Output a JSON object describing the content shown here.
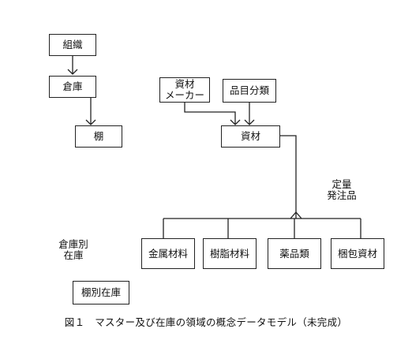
{
  "diagram": {
    "entities": {
      "soshiki": "組織",
      "souko": "倉庫",
      "tana": "棚",
      "shizai_maker": "資材\nメーカー",
      "hinmoku_bunrui": "品目分類",
      "shizai": "資材",
      "teiryou_hacchuuhin": "定量\n発注品",
      "souko_betsu_zaiko": "倉庫別\n在庫",
      "kinzoku_zairyou": "金属材料",
      "jushi_zairyou": "樹脂材料",
      "yakuhin_rui": "薬品類",
      "konpou_shizai": "梱包資材",
      "tana_betsu_zaiko": "棚別在庫"
    },
    "caption": "図１　マスター及び在庫の領域の概念データモデル（未完成）"
  }
}
